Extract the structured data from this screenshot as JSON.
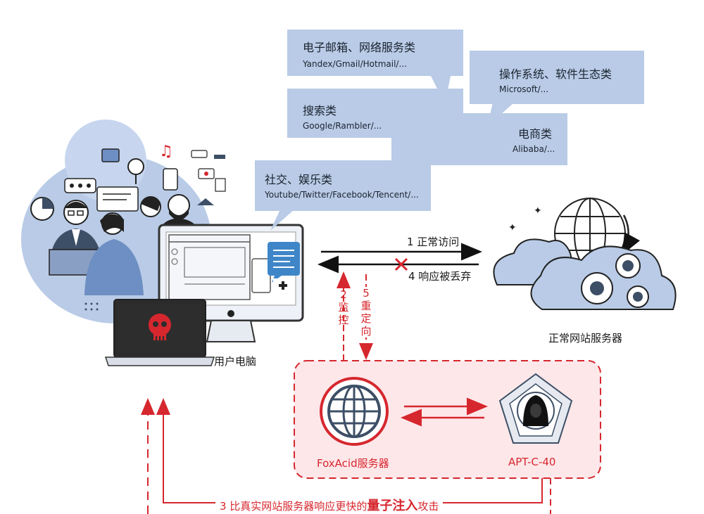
{
  "categories": {
    "email": {
      "title": "电子邮箱、网络服务类",
      "examples": "Yandex/Gmail/Hotmail/..."
    },
    "os": {
      "title": "操作系统、软件生态类",
      "examples": "Microsoft/..."
    },
    "search": {
      "title": "搜索类",
      "examples": "Google/Rambler/..."
    },
    "ecommerce": {
      "title": "电商类",
      "examples": "Alibaba/..."
    },
    "social": {
      "title": "社交、娱乐类",
      "examples": "Youtube/Twitter/Facebook/Tencent/..."
    }
  },
  "flows": {
    "normal_access": "1 正常访问",
    "dropped": "4 响应被丢弃",
    "monitor": [
      "2",
      "监",
      "控"
    ],
    "redirect": [
      "5",
      "重",
      "定",
      "向"
    ],
    "quantum_prefix": "3 比真实网站服务器响应更快的",
    "quantum_bold": "量子注入",
    "quantum_suffix": "攻击"
  },
  "nodes": {
    "user_pc": "用户电脑",
    "normal_server": "正常网站服务器",
    "foxacid": "FoxAcid服务器",
    "apt": "APT-C-40"
  },
  "colors": {
    "bubble": "#b9cbe6",
    "accent_red": "#d6272e",
    "zone_fill": "#fde7e9",
    "dark_blue": "#3d4f66"
  }
}
